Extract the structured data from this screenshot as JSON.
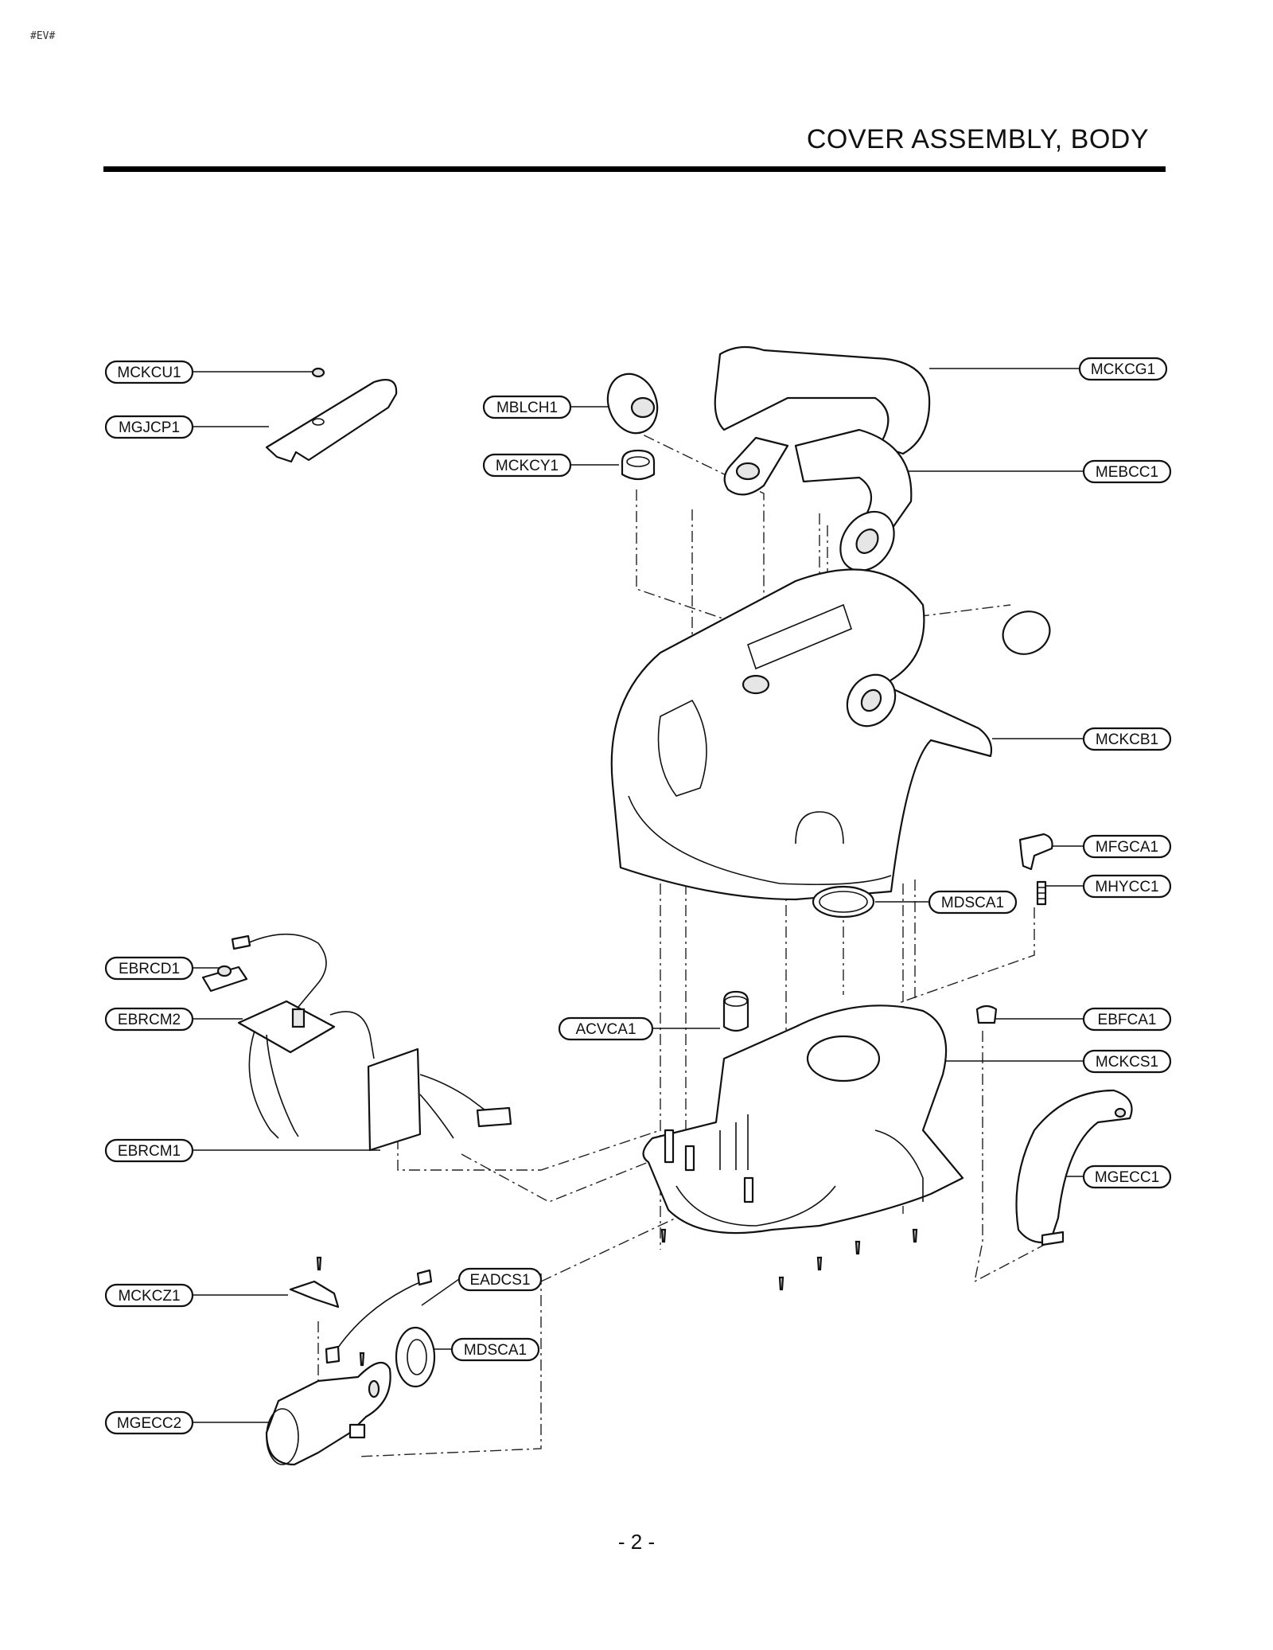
{
  "header": {
    "doc_tag": "#EV#",
    "title": "COVER ASSEMBLY, BODY"
  },
  "footer": {
    "page_number": "- 2 -"
  },
  "callouts": {
    "MCKCU1": "MCKCU1",
    "MGJCP1": "MGJCP1",
    "MBLCH1": "MBLCH1",
    "MCKCY1": "MCKCY1",
    "MCKCG1": "MCKCG1",
    "MEBCC1": "MEBCC1",
    "MCKCB1": "MCKCB1",
    "MFGCA1": "MFGCA1",
    "MHYCC1": "MHYCC1",
    "MDSCA1_top": "MDSCA1",
    "EBRCD1": "EBRCD1",
    "EBRCM2": "EBRCM2",
    "ACVCA1": "ACVCA1",
    "EBFCA1": "EBFCA1",
    "MCKCS1": "MCKCS1",
    "EBRCM1": "EBRCM1",
    "MGECC1": "MGECC1",
    "EADCS1": "EADCS1",
    "MCKCZ1": "MCKCZ1",
    "MDSCA1_bottom": "MDSCA1",
    "MGECC2": "MGECC2"
  }
}
